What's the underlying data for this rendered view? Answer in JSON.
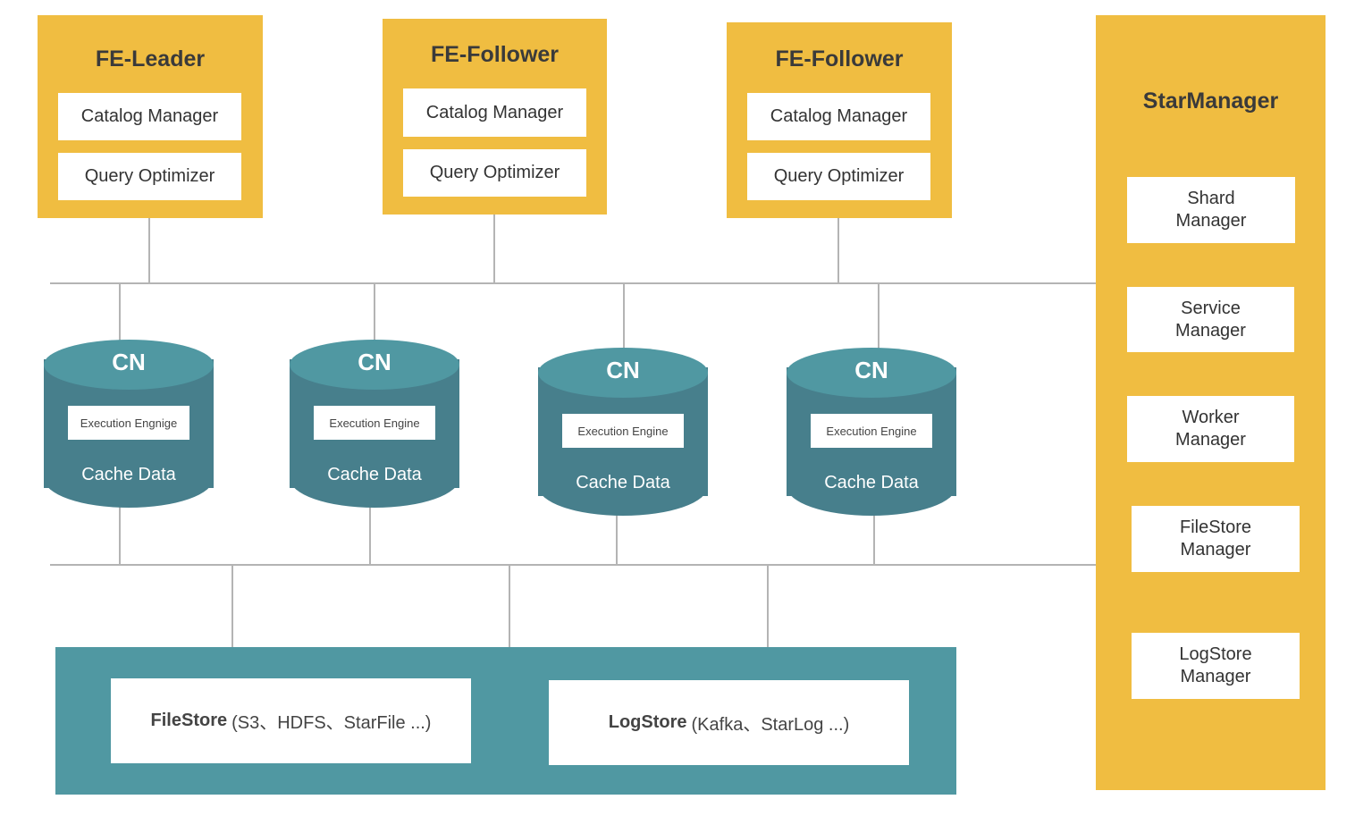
{
  "colors": {
    "fe_yellow": "#f0bd41",
    "cn_teal": "#477f8c",
    "cn_top": "#5098a2",
    "storage_teal": "#5098a2",
    "line_gray": "#b4b4b4"
  },
  "fe_nodes": [
    {
      "title": "FE-Leader",
      "catalog": "Catalog Manager",
      "optimizer": "Query Optimizer"
    },
    {
      "title": "FE-Follower",
      "catalog": "Catalog Manager",
      "optimizer": "Query Optimizer"
    },
    {
      "title": "FE-Follower",
      "catalog": "Catalog Manager",
      "optimizer": "Query Optimizer"
    }
  ],
  "cn_nodes": [
    {
      "label": "CN",
      "engine": "Execution Engnige",
      "cache": "Cache Data"
    },
    {
      "label": "CN",
      "engine": "Execution Engine",
      "cache": "Cache Data"
    },
    {
      "label": "CN",
      "engine": "Execution Engine",
      "cache": "Cache Data"
    },
    {
      "label": "CN",
      "engine": "Execution Engine",
      "cache": "Cache Data"
    }
  ],
  "storage": {
    "filestore": {
      "name": "FileStore",
      "detail": "(S3、HDFS、StarFile ...)"
    },
    "logstore": {
      "name": "LogStore",
      "detail": "(Kafka、StarLog ...)"
    }
  },
  "star_manager": {
    "title": "StarManager",
    "managers": [
      "Shard\nManager",
      "Service\nManager",
      "Worker\nManager",
      "FileStore\nManager",
      "LogStore\nManager"
    ]
  }
}
